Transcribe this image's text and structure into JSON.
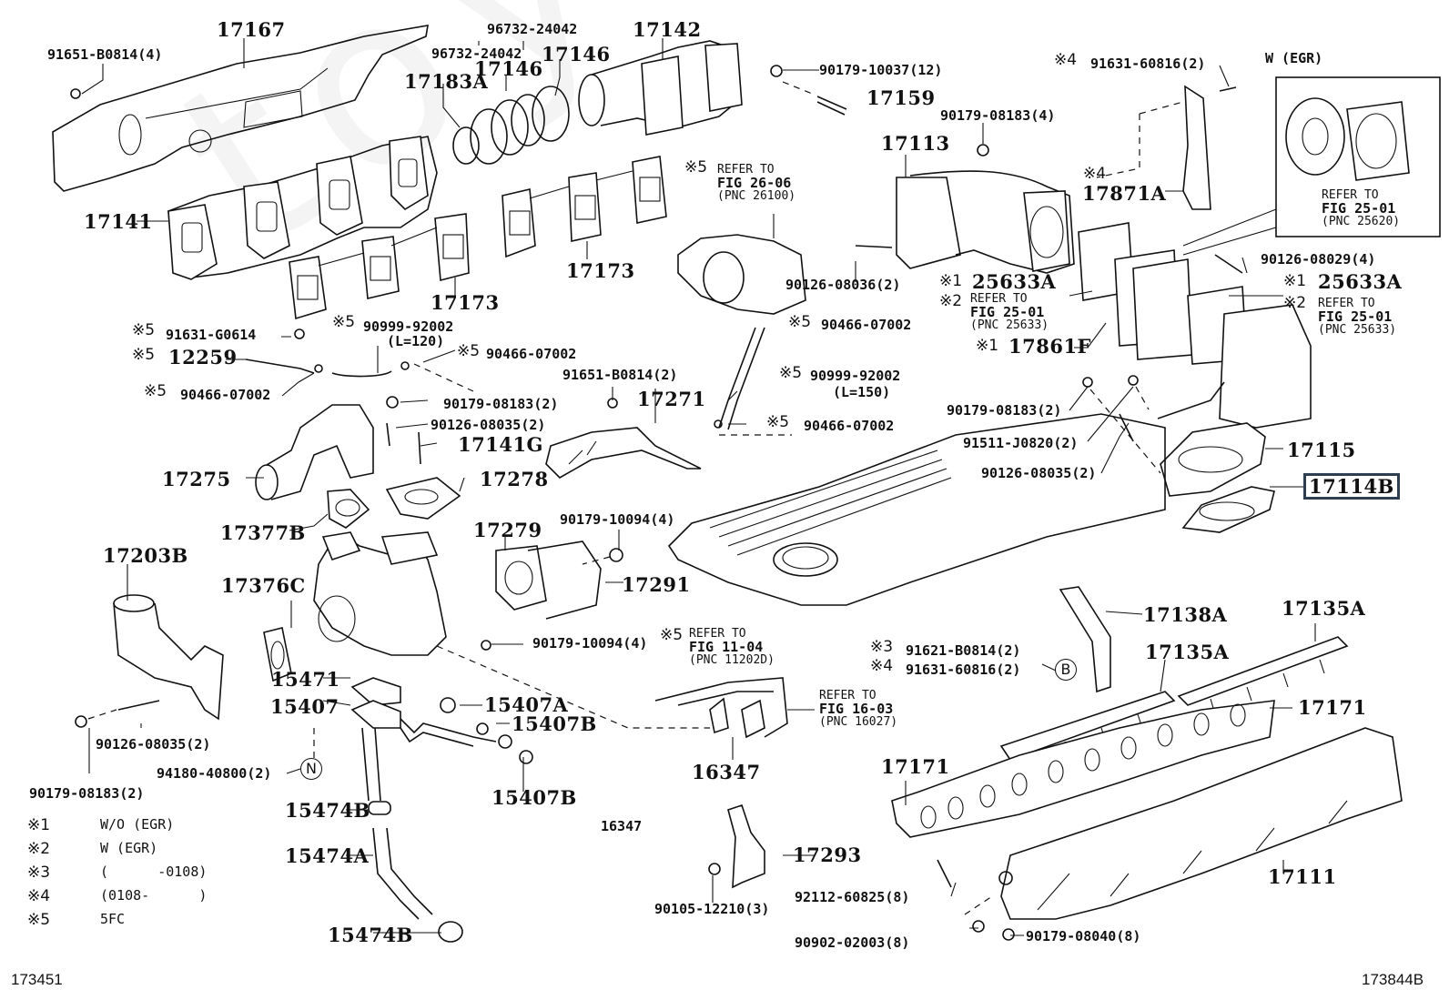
{
  "diagram": {
    "watermark": "toyotaparts",
    "figure_id_left": "173451",
    "figure_id_right": "173844B",
    "highlighted_part": "17114B",
    "inset_title": "W (EGR)",
    "labels": {
      "p17167": "17167",
      "p91651_b0814_4": "91651-B0814(4)",
      "p96732_a": "96732-24042",
      "p96732_b": "96732-24042",
      "p17146_a": "17146",
      "p17146_b": "17146",
      "p17183a": "17183A",
      "p17142": "17142",
      "p90179_10037": "90179-10037(12)",
      "p17159": "17159",
      "p17141": "17141",
      "p17173_a": "17173",
      "p17173_b": "17173",
      "p17113": "17113",
      "p90179_08183_4": "90179-08183(4)",
      "p91631_60816_top": "91631-60816(2)",
      "p17871a": "17871A",
      "p90126_08029": "90126-08029(4)",
      "p90126_08036": "90126-08036(2)",
      "p25633a_a": "25633A",
      "p25633a_b": "25633A",
      "p17861f": "17861F",
      "p91631_g0614": "91631-G0614",
      "p12259": "12259",
      "p90466_07002_a": "90466-07002",
      "p90999_92002_a": "90999-92002",
      "p90999_a_len": "(L=120)",
      "p90466_07002_b": "90466-07002",
      "p90466_07002_c": "90466-07002",
      "p90179_08183_2a": "90179-08183(2)",
      "p90126_08035_2a": "90126-08035(2)",
      "p17141g": "17141G",
      "p17275": "17275",
      "p17278": "17278",
      "p91651_b0814_2": "91651-B0814(2)",
      "p17271": "17271",
      "p90999_92002_b": "90999-92002",
      "p90999_b_len": "(L=150)",
      "p90466_07002_d": "90466-07002",
      "p90179_08183_2b": "90179-08183(2)",
      "p91511_j0820": "91511-J0820(2)",
      "p90126_08035_2b": "90126-08035(2)",
      "p17115": "17115",
      "p17114b": "17114B",
      "p17377b": "17377B",
      "p17279": "17279",
      "p90179_10094_a": "90179-10094(4)",
      "p17291": "17291",
      "p90179_10094_b": "90179-10094(4)",
      "p17203b": "17203B",
      "p17376c": "17376C",
      "p15471": "15471",
      "p15407": "15407",
      "p15407a": "15407A",
      "p15407b_a": "15407B",
      "p15407b_b": "15407B",
      "p90126_08035_2c": "90126-08035(2)",
      "p94180_40800": "94180-40800(2)",
      "p90179_08183_2c": "90179-08183(2)",
      "p15474b_a": "15474B",
      "p15474a": "15474A",
      "p15474b_b": "15474B",
      "p16347_a": "16347",
      "p16347_b": "16347",
      "p17293": "17293",
      "p90105_12210": "90105-12210(3)",
      "p17138a": "17138A",
      "p17135a_a": "17135A",
      "p17135a_b": "17135A",
      "p91621_b0814": "91621-B0814(2)",
      "p91631_60816_b": "91631-60816(2)",
      "p17171_a": "17171",
      "p17171_b": "17171",
      "p17111": "17111",
      "p92112_60825": "92112-60825(8)",
      "p90902_02003": "90902-02003(8)",
      "p90179_08040": "90179-08040(8)"
    },
    "marks": {
      "m4": "※4",
      "m5": "※5",
      "m1": "※1",
      "m2": "※2",
      "m3": "※3"
    },
    "refer_notes": {
      "r26_06": {
        "line1": "REFER TO",
        "line2": "FIG 26-06",
        "line3": "(PNC 26100)"
      },
      "r25_01_inset": {
        "line1": "REFER TO",
        "line2": "FIG 25-01",
        "line3": "(PNC 25620)"
      },
      "r25_01_a": {
        "line1": "REFER TO",
        "line2": "FIG 25-01",
        "line3": "(PNC 25633)"
      },
      "r25_01_b": {
        "line1": "REFER TO",
        "line2": "FIG 25-01",
        "line3": "(PNC 25633)"
      },
      "r11_04": {
        "line1": "REFER TO",
        "line2": "FIG 11-04",
        "line3": "(PNC 11202D)"
      },
      "r16_03": {
        "line1": "REFER TO",
        "line2": "FIG 16-03",
        "line3": "(PNC 16027)"
      }
    },
    "callouts": {
      "b": "B",
      "n": "N"
    },
    "legend": [
      {
        "key": "※1",
        "value": "W/O (EGR)"
      },
      {
        "key": "※2",
        "value": "W (EGR)"
      },
      {
        "key": "※3",
        "value": "(      -0108)"
      },
      {
        "key": "※4",
        "value": "(0108-      )"
      },
      {
        "key": "※5",
        "value": "5FC"
      }
    ]
  }
}
